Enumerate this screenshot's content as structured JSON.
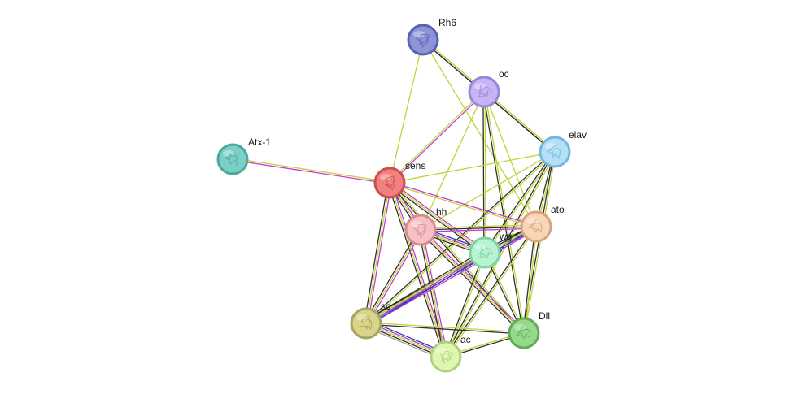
{
  "colors": {
    "textmining": "#c2d236",
    "coexpression": "#2f2f2f",
    "experiments": "#c03ccf",
    "databases": "#2b3fb8",
    "neighborhood": "#9aa08c"
  },
  "nodes": [
    {
      "id": "Rh6",
      "label": "Rh6",
      "fill": "#8d95d8",
      "stroke": "#5a63b0",
      "glyph": "protein-structure-icon"
    },
    {
      "id": "oc",
      "label": "oc",
      "fill": "#c6b4f4",
      "stroke": "#9c87d6",
      "glyph": "protein-structure-icon"
    },
    {
      "id": "elav",
      "label": "elav",
      "fill": "#b4e0f6",
      "stroke": "#74b9dd",
      "glyph": "protein-structure-icon"
    },
    {
      "id": "Atx-1",
      "label": "Atx-1",
      "fill": "#7ccfc6",
      "stroke": "#4ea69c",
      "glyph": "protein-structure-icon"
    },
    {
      "id": "sens",
      "label": "sens",
      "fill": "#f28080",
      "stroke": "#c64f4f",
      "glyph": "protein-structure-icon"
    },
    {
      "id": "hh",
      "label": "hh",
      "fill": "#f6c0c4",
      "stroke": "#d48d93",
      "glyph": "protein-structure-icon"
    },
    {
      "id": "ato",
      "label": "ato",
      "fill": "#f8d6b6",
      "stroke": "#d4a57e",
      "glyph": "protein-structure-icon"
    },
    {
      "id": "wg",
      "label": "wg",
      "fill": "#b8f4d2",
      "stroke": "#7fd2a4",
      "glyph": "protein-structure-icon"
    },
    {
      "id": "sc",
      "label": "sc",
      "fill": "#d8d48c",
      "stroke": "#a8a45c",
      "glyph": "protein-structure-icon"
    },
    {
      "id": "Dll",
      "label": "Dll",
      "fill": "#96d98a",
      "stroke": "#62ab58",
      "glyph": "protein-structure-icon"
    },
    {
      "id": "ac",
      "label": "ac",
      "fill": "#def6b0",
      "stroke": "#aed180",
      "glyph": "protein-structure-icon"
    }
  ],
  "edges": [
    {
      "source": "Rh6",
      "target": "oc",
      "types": [
        "textmining",
        "coexpression"
      ]
    },
    {
      "source": "Rh6",
      "target": "elav",
      "types": [
        "textmining",
        "coexpression"
      ]
    },
    {
      "source": "Rh6",
      "target": "sens",
      "types": [
        "textmining"
      ]
    },
    {
      "source": "Rh6",
      "target": "ato",
      "types": [
        "textmining"
      ]
    },
    {
      "source": "oc",
      "target": "elav",
      "types": [
        "textmining",
        "coexpression"
      ]
    },
    {
      "source": "oc",
      "target": "sens",
      "types": [
        "experiments",
        "textmining"
      ]
    },
    {
      "source": "oc",
      "target": "hh",
      "types": [
        "textmining"
      ]
    },
    {
      "source": "oc",
      "target": "wg",
      "types": [
        "textmining",
        "coexpression"
      ]
    },
    {
      "source": "oc",
      "target": "ato",
      "types": [
        "textmining"
      ]
    },
    {
      "source": "oc",
      "target": "Dll",
      "types": [
        "textmining",
        "coexpression"
      ]
    },
    {
      "source": "elav",
      "target": "sens",
      "types": [
        "textmining"
      ]
    },
    {
      "source": "elav",
      "target": "hh",
      "types": [
        "textmining"
      ]
    },
    {
      "source": "elav",
      "target": "ato",
      "types": [
        "textmining",
        "coexpression"
      ]
    },
    {
      "source": "elav",
      "target": "wg",
      "types": [
        "textmining",
        "coexpression"
      ]
    },
    {
      "source": "elav",
      "target": "sc",
      "types": [
        "textmining",
        "coexpression"
      ]
    },
    {
      "source": "elav",
      "target": "Dll",
      "types": [
        "textmining",
        "coexpression"
      ]
    },
    {
      "source": "elav",
      "target": "ac",
      "types": [
        "textmining",
        "coexpression"
      ]
    },
    {
      "source": "Atx-1",
      "target": "sens",
      "types": [
        "textmining",
        "experiments"
      ]
    },
    {
      "source": "sens",
      "target": "hh",
      "types": [
        "experiments",
        "textmining",
        "coexpression"
      ]
    },
    {
      "source": "sens",
      "target": "ato",
      "types": [
        "experiments",
        "textmining"
      ]
    },
    {
      "source": "sens",
      "target": "wg",
      "types": [
        "experiments",
        "textmining",
        "coexpression"
      ]
    },
    {
      "source": "sens",
      "target": "sc",
      "types": [
        "experiments",
        "textmining",
        "coexpression"
      ]
    },
    {
      "source": "sens",
      "target": "ac",
      "types": [
        "experiments",
        "textmining",
        "coexpression"
      ]
    },
    {
      "source": "sens",
      "target": "Dll",
      "types": [
        "textmining",
        "coexpression"
      ]
    },
    {
      "source": "hh",
      "target": "ato",
      "types": [
        "textmining",
        "coexpression",
        "experiments"
      ]
    },
    {
      "source": "hh",
      "target": "wg",
      "types": [
        "databases",
        "experiments",
        "textmining",
        "coexpression"
      ]
    },
    {
      "source": "hh",
      "target": "sc",
      "types": [
        "experiments",
        "textmining",
        "coexpression"
      ]
    },
    {
      "source": "hh",
      "target": "ac",
      "types": [
        "experiments",
        "textmining",
        "coexpression"
      ]
    },
    {
      "source": "hh",
      "target": "Dll",
      "types": [
        "experiments",
        "textmining",
        "coexpression"
      ]
    },
    {
      "source": "ato",
      "target": "wg",
      "types": [
        "experiments",
        "databases",
        "textmining",
        "coexpression"
      ]
    },
    {
      "source": "ato",
      "target": "sc",
      "types": [
        "experiments",
        "databases",
        "textmining",
        "coexpression"
      ]
    },
    {
      "source": "ato",
      "target": "Dll",
      "types": [
        "textmining",
        "coexpression"
      ]
    },
    {
      "source": "ato",
      "target": "ac",
      "types": [
        "textmining",
        "coexpression"
      ]
    },
    {
      "source": "wg",
      "target": "sc",
      "types": [
        "databases",
        "experiments",
        "textmining",
        "coexpression"
      ]
    },
    {
      "source": "wg",
      "target": "Dll",
      "types": [
        "textmining",
        "coexpression"
      ]
    },
    {
      "source": "wg",
      "target": "ac",
      "types": [
        "textmining",
        "coexpression"
      ]
    },
    {
      "source": "sc",
      "target": "ac",
      "types": [
        "databases",
        "experiments",
        "textmining",
        "coexpression",
        "neighborhood"
      ]
    },
    {
      "source": "sc",
      "target": "Dll",
      "types": [
        "textmining",
        "coexpression"
      ]
    },
    {
      "source": "ac",
      "target": "Dll",
      "types": [
        "textmining",
        "coexpression"
      ]
    }
  ]
}
